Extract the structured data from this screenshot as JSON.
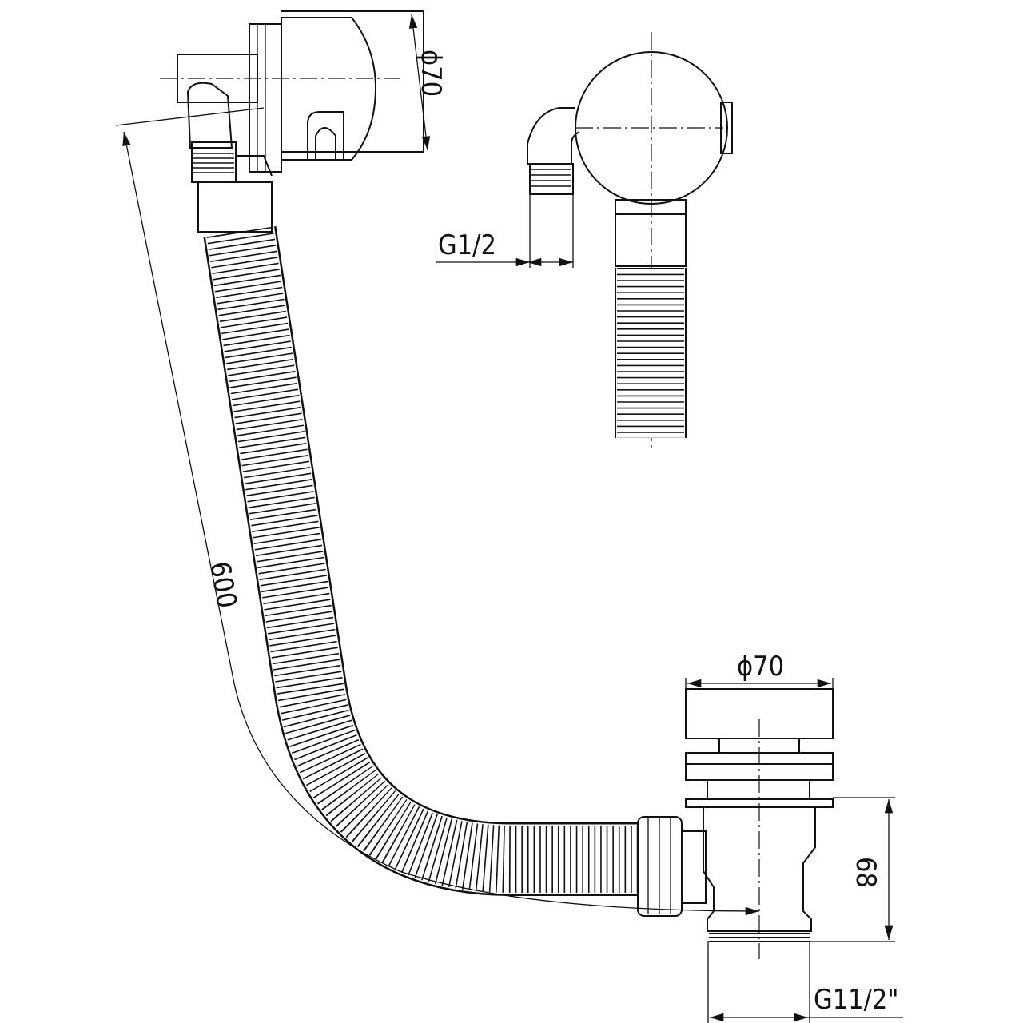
{
  "drawing": {
    "dimensions": {
      "overflow_diameter": "ϕ70",
      "overflow_thread": "G1/2",
      "hose_length": "600",
      "waste_diameter": "ϕ70",
      "waste_height": "68",
      "waste_thread": "G11/2\""
    },
    "line_color": "#111111",
    "background": "#ffffff"
  }
}
